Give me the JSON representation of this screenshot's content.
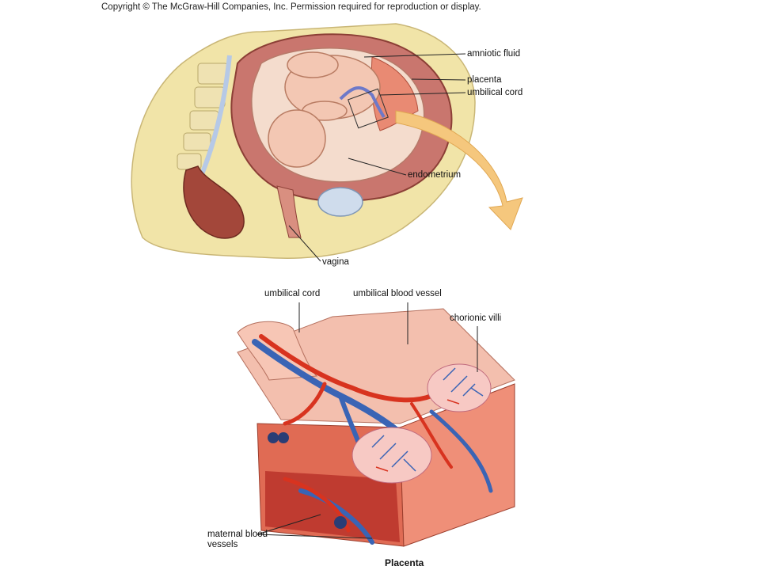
{
  "copyright": "Copyright © The McGraw-Hill Companies, Inc. Permission required for reproduction or display.",
  "top_figure": {
    "labels": {
      "amniotic_fluid": "amniotic fluid",
      "placenta": "placenta",
      "umbilical_cord": "umbilical cord",
      "endometrium": "endometrium",
      "vagina": "vagina"
    }
  },
  "bottom_figure": {
    "labels": {
      "umbilical_cord": "umbilical cord",
      "umbilical_blood_vessel": "umbilical blood vessel",
      "chorionic_villi": "chorionic villi",
      "maternal_blood_vessels": "maternal blood vessels"
    },
    "caption": "Placenta"
  },
  "colors": {
    "uterus_wall": "#c9766e",
    "amniotic_fluid": "#f4dccd",
    "fetus_skin": "#f3c7b3",
    "placenta": "#e98a73",
    "bone": "#f1e7b8",
    "artery_red": "#d8331f",
    "vein_blue": "#3a64b5",
    "arrow": "#f5c77d"
  }
}
